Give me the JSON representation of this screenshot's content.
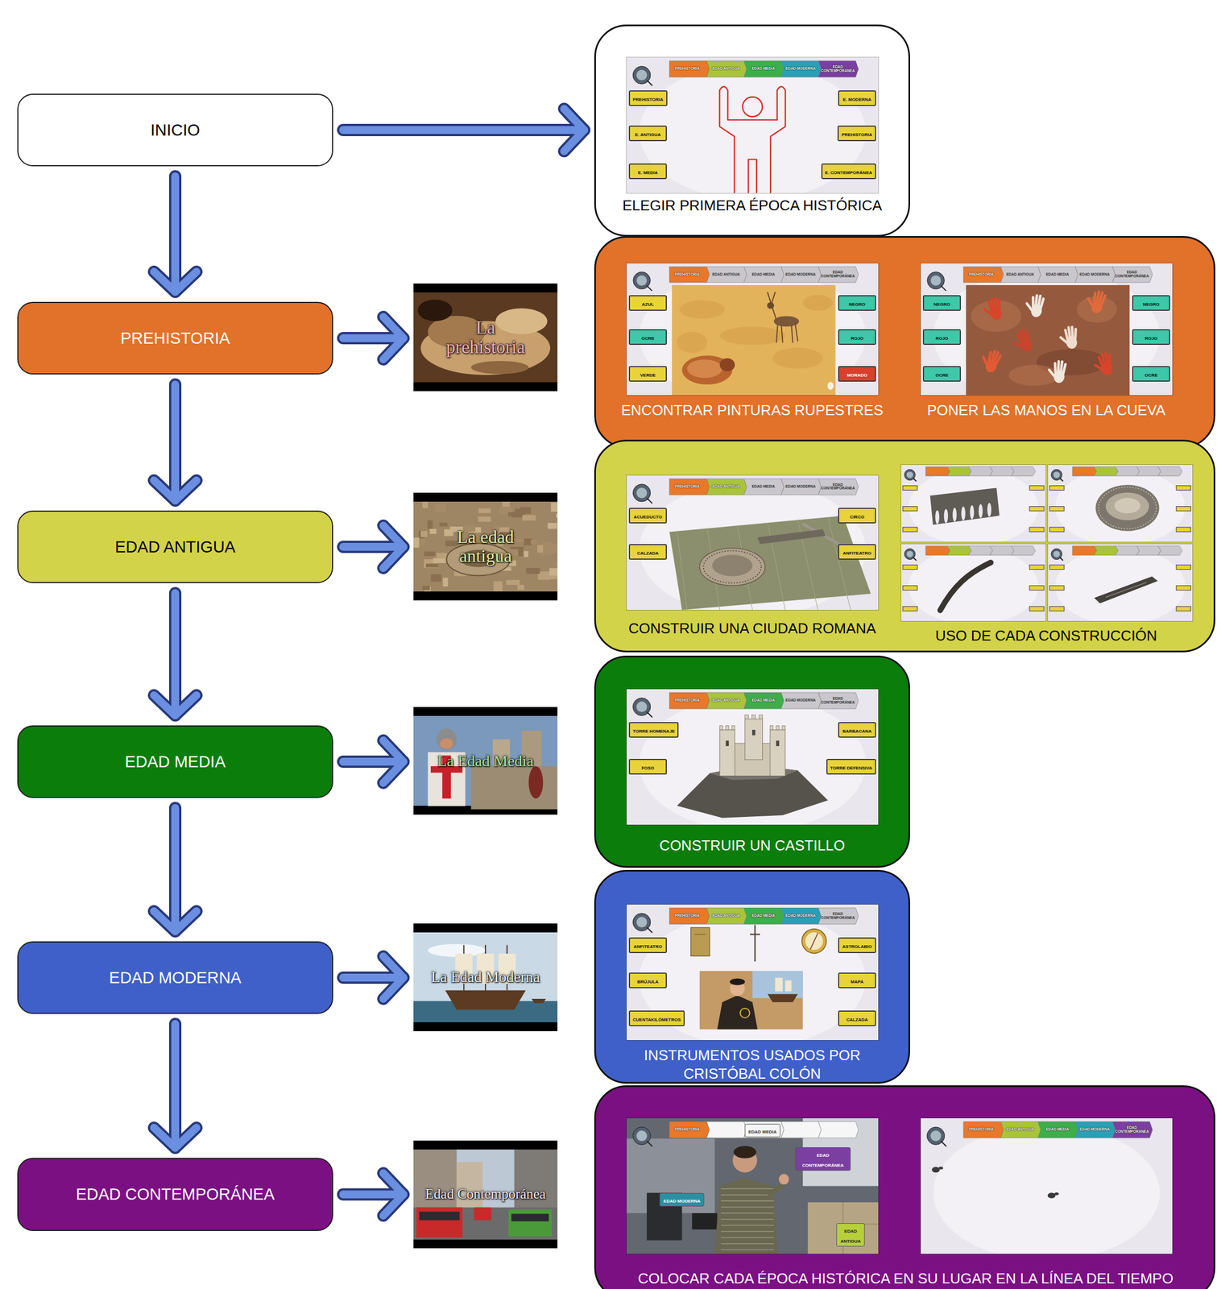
{
  "diagram": {
    "nodes": [
      {
        "text": [
          "INICIO"
        ]
      },
      {
        "text": [
          "ELEGIR PRIMERA ÉPOCA HISTÓRICA"
        ]
      },
      {
        "text": [
          "PREHISTORIA"
        ]
      },
      {
        "text": [
          "La prehistoria"
        ]
      },
      {
        "text": [
          "ENCONTRAR PINTURAS RUPESTRES",
          "PONER LAS MANOS EN LA CUEVA"
        ]
      },
      {
        "text": [
          "EDAD ANTIGUA"
        ]
      },
      {
        "text": [
          "La edad antigua"
        ]
      },
      {
        "text": [
          "CONSTRUIR UNA CIUDAD ROMANA",
          "USO DE CADA CONSTRUCCIÓN"
        ]
      },
      {
        "text": [
          "EDAD MEDIA"
        ]
      },
      {
        "text": [
          "La Edad Media"
        ]
      },
      {
        "text": [
          "CONSTRUIR UN CASTILLO"
        ]
      },
      {
        "text": [
          "EDAD MODERNA"
        ]
      },
      {
        "text": [
          "La Edad Moderna"
        ]
      },
      {
        "text": [
          "INSTRUMENTOS USADOS POR CRISTÓBAL COLÓN"
        ]
      },
      {
        "text": [
          "EDAD CONTEMPORÁNEA"
        ]
      },
      {
        "text": [
          "Edad Contemporánea"
        ]
      },
      {
        "text": [
          "COLOCAR CADA ÉPOCA HISTÓRICA EN SU LUGAR EN LA LÍNEA DEL TIEMPO"
        ]
      }
    ],
    "edges": [
      {
        "from": 0,
        "to": 1,
        "arrow": "to"
      },
      {
        "from": 0,
        "to": 2,
        "arrow": "to"
      },
      {
        "from": 2,
        "to": 3,
        "arrow": "to"
      },
      {
        "from": 2,
        "to": 5,
        "arrow": "to"
      },
      {
        "from": 5,
        "to": 6,
        "arrow": "to"
      },
      {
        "from": 5,
        "to": 8,
        "arrow": "to"
      },
      {
        "from": 8,
        "to": 9,
        "arrow": "to"
      },
      {
        "from": 8,
        "to": 11,
        "arrow": "to"
      },
      {
        "from": 11,
        "to": 12,
        "arrow": "to"
      },
      {
        "from": 11,
        "to": 14,
        "arrow": "to"
      },
      {
        "from": 14,
        "to": 15,
        "arrow": "to"
      }
    ],
    "labels": [
      "PREHISTORIA",
      "EDAD ANTIGUA",
      "EDAD MEDIA",
      "EDAD MODERNA",
      "EDAD CONTEMPORÁNEA",
      "PREHISTORIA",
      "E. ANTIGUA",
      "E. MEDIA",
      "E. MODERNA",
      "PREHISTORIA",
      "E. CONTEMPORÁNEA",
      "PREHISTORIA",
      "EDAD ANTIGUA",
      "EDAD MEDIA",
      "EDAD MODERNA",
      "EDAD CONTEMPORÁNEA",
      "AZUL",
      "OCRE",
      "VERDE",
      "NEGRO",
      "ROJO",
      "MORADO",
      "PREHISTORIA",
      "EDAD ANTIGUA",
      "EDAD MEDIA",
      "EDAD MODERNA",
      "EDAD CONTEMPORÁNEA",
      "NEGRO",
      "ROJO",
      "OCRE",
      "NEGRO",
      "ROJO",
      "OCRE",
      "PREHISTORIA",
      "EDAD ANTIGUA",
      "EDAD MEDIA",
      "EDAD MODERNA",
      "EDAD CONTEMPORÁNEA",
      "ACUEDUCTO",
      "CALZADA",
      "CIRCO",
      "ANFITEATRO",
      "PREHISTORIA",
      "EDAD ANTIGUA",
      "EDAD MEDIA",
      "EDAD MODERNA",
      "EDAD CONTEMPORÁNEA",
      "TORRE HOMENAJE",
      "FOSO",
      "BARBACANA",
      "TORRE DEFENSIVA",
      "PREHISTORIA",
      "EDAD ANTIGUA",
      "EDAD MEDIA",
      "EDAD MODERNA",
      "EDAD CONTEMPORÁNEA",
      "ANFITEATRO",
      "BRÚJULA",
      "CUENTAKILÓMETROS",
      "ASTROLABIO",
      "MAPA",
      "CALZADA",
      "PREHISTORIA",
      "EDAD MEDIA",
      "EDAD CONTEMPORÁNEA",
      "EDAD MODERNA",
      "EDAD ANTIGUA",
      "PREHISTORIA",
      "EDAD ANTIGUA",
      "EDAD MEDIA",
      "EDAD MODERNA",
      "EDAD CONTEMPORÁNEA"
    ]
  }
}
